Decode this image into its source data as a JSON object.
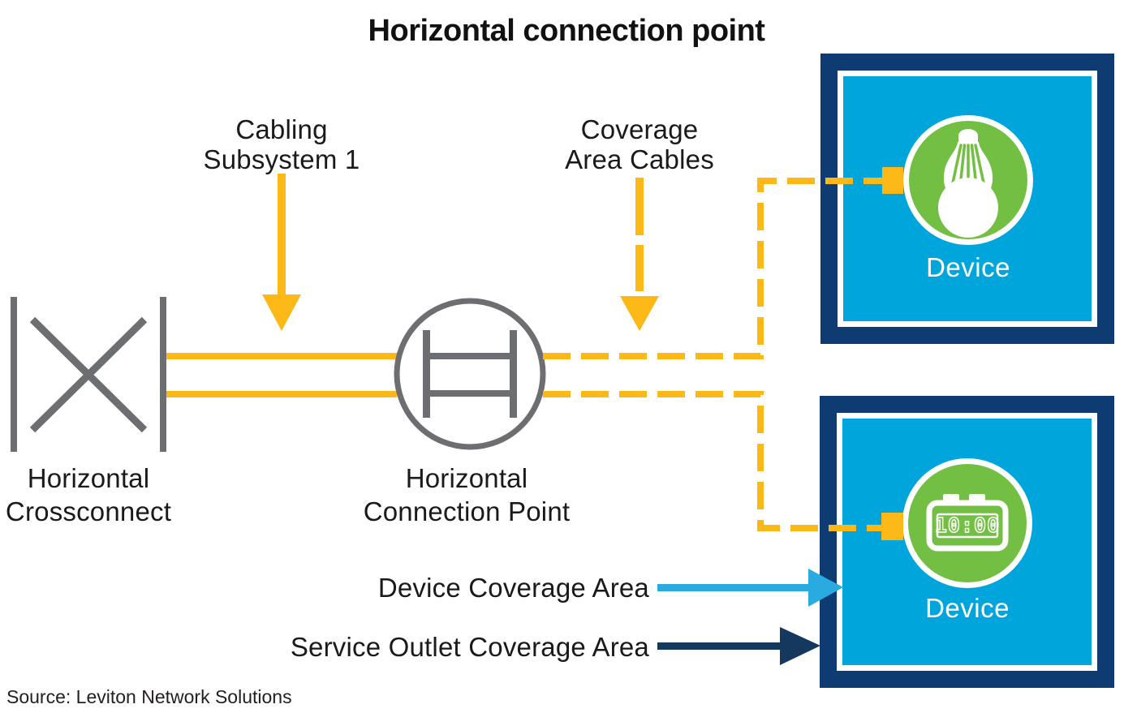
{
  "title": "Horizontal connection point",
  "source_caption": "Source: Leviton Network Solutions",
  "palette": {
    "cable_yellow": "#FBB817",
    "symbol_gray": "#6D6E71",
    "box_navy": "#0D3B72",
    "service_outlet_arrow_navy": "#15395E",
    "device_box_blue": "#00A5DC",
    "device_coverage_arrow_blue": "#29ABE2",
    "device_icon_green": "#72BF44",
    "label_black": "#1A1A1A",
    "white": "#FFFFFF"
  },
  "annotations": {
    "cabling_subsystem": {
      "line1": "Cabling",
      "line2": "Subsystem 1",
      "arrow": "yellow-down-arrow-solid"
    },
    "coverage_area_cables": {
      "line1": "Coverage",
      "line2": "Area Cables",
      "arrow": "yellow-down-arrow-dashed"
    },
    "device_coverage_area": {
      "label": "Device Coverage Area",
      "arrow": "light-blue-right-arrow"
    },
    "service_outlet_coverage_area": {
      "label": "Service Outlet Coverage Area",
      "arrow": "navy-right-arrow"
    }
  },
  "nodes": {
    "horizontal_crossconnect": {
      "line1": "Horizontal",
      "line2": "Crossconnect",
      "symbol": "crossconnect-icon"
    },
    "horizontal_connection_point": {
      "line1": "Horizontal",
      "line2": "Connection Point",
      "symbol": "connection-point-icon"
    }
  },
  "cables": {
    "solid_pair": "crossconnect-to-connection-point",
    "dashed_top_branch": "connection-point-to-top-device",
    "dashed_bottom_branch": "connection-point-to-bottom-device"
  },
  "devices": [
    {
      "label": "Device",
      "icon": "led-bulb-icon"
    },
    {
      "label": "Device",
      "icon": "digital-clock-icon",
      "clock_time": "10:00"
    }
  ]
}
